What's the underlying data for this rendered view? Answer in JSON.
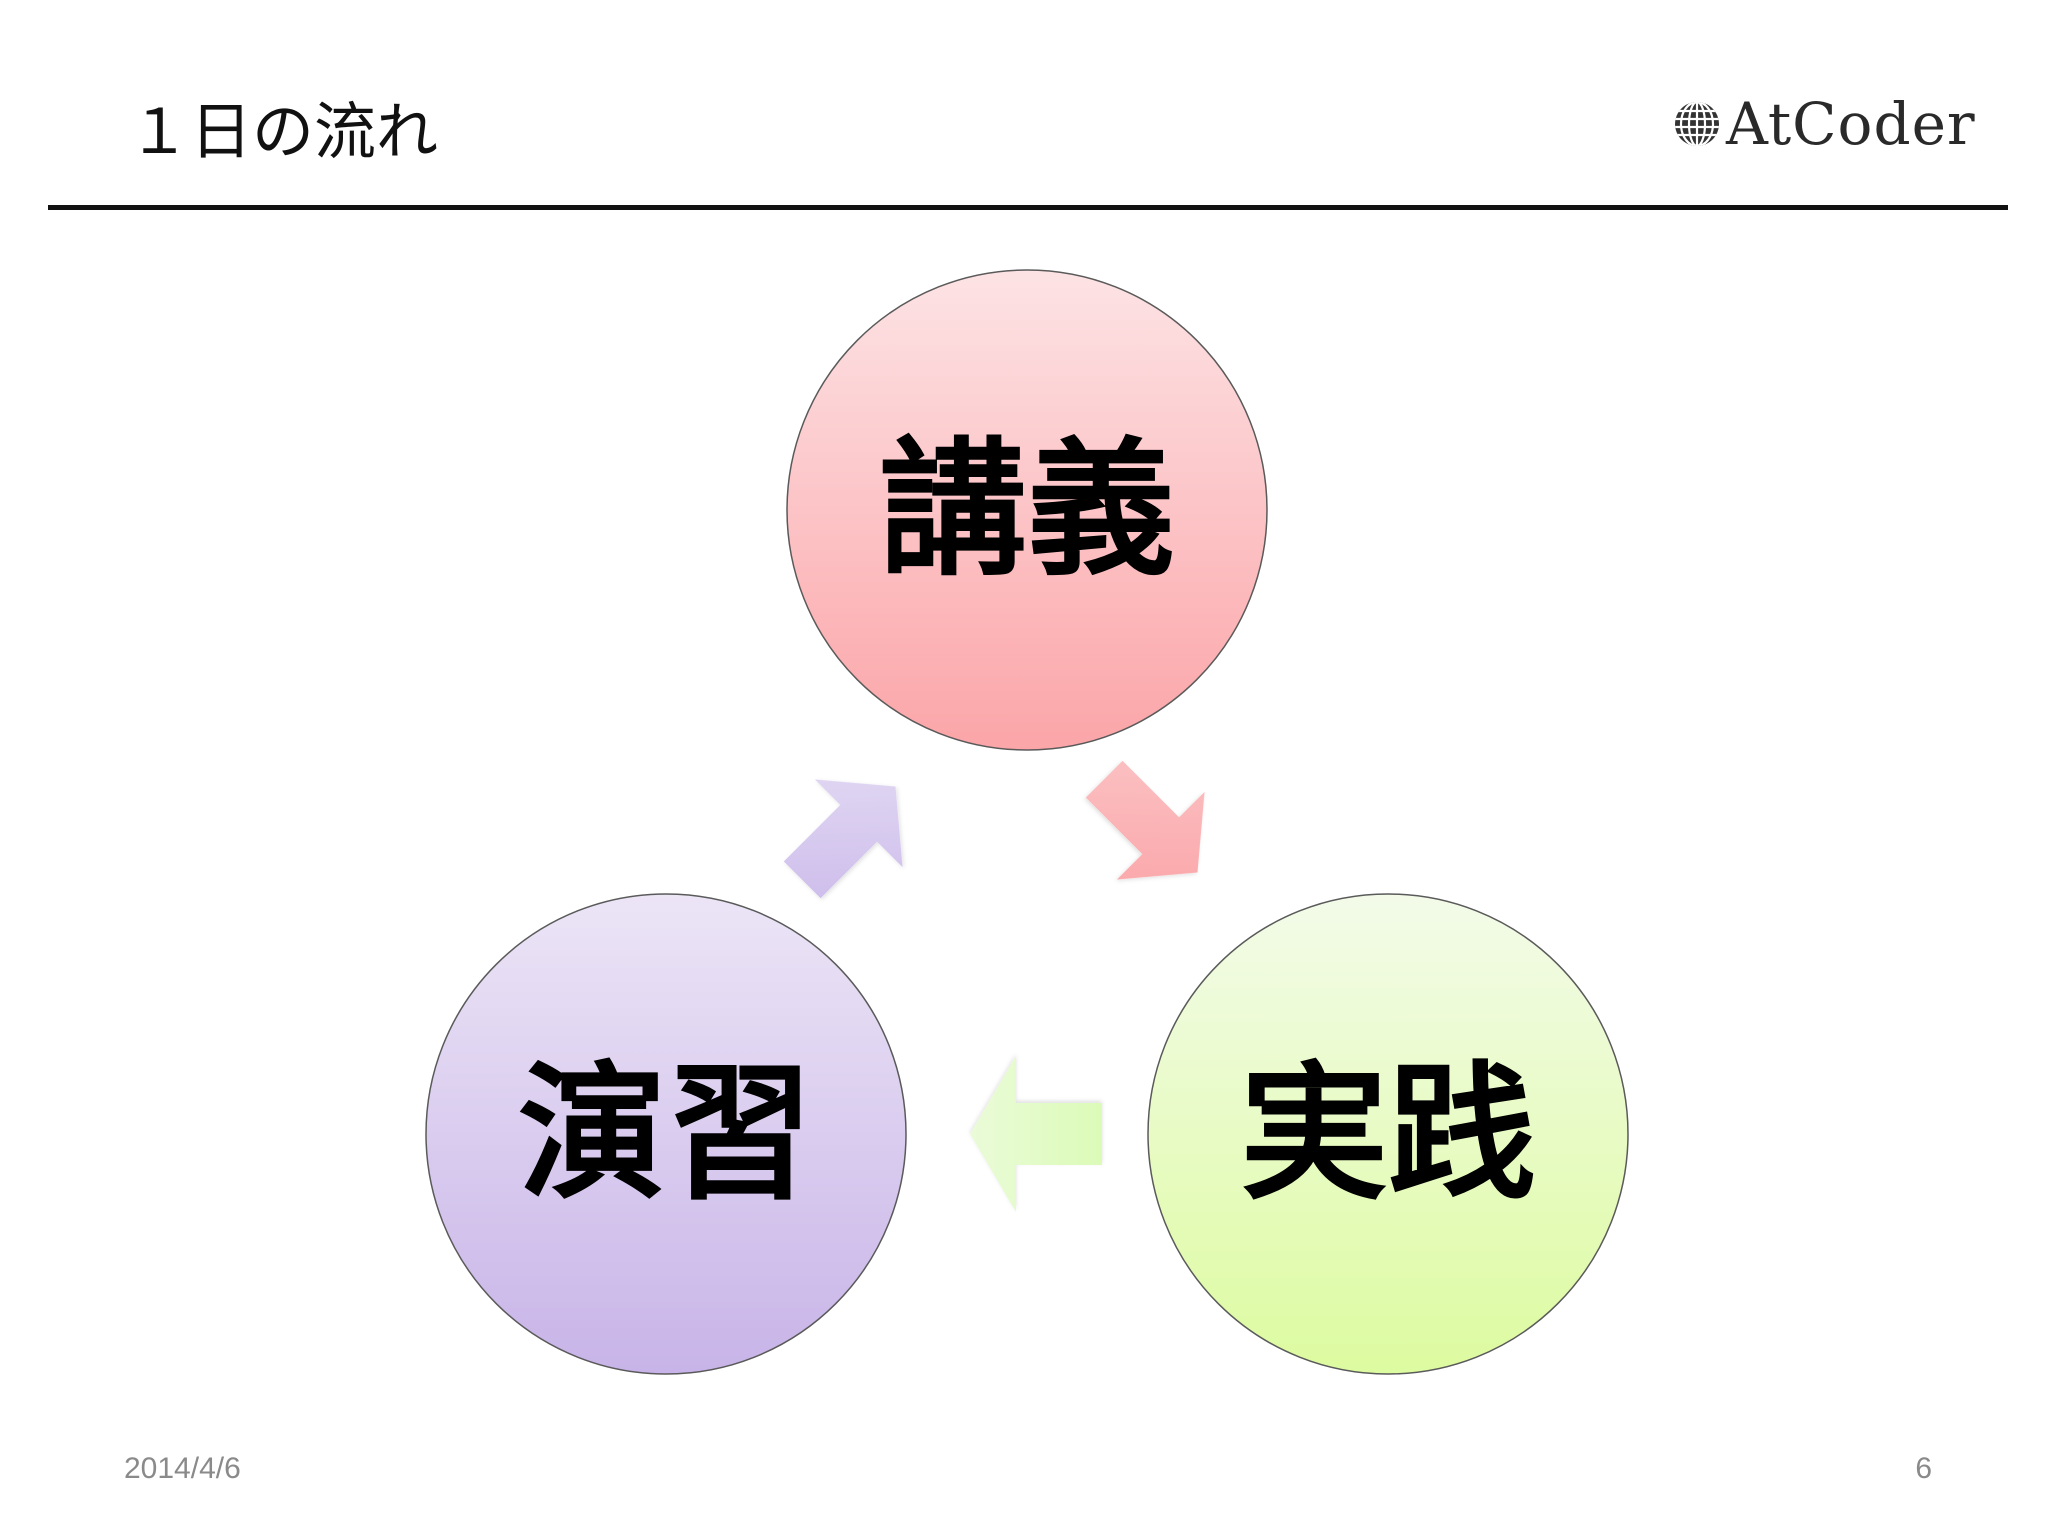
{
  "slide": {
    "title": "１日の流れ",
    "logo_text": "AtCoder",
    "logo_icon": "globe-icon",
    "date": "2014/4/6",
    "page_number": "6"
  },
  "cycle": {
    "nodes": [
      {
        "id": "lecture",
        "label": "講義",
        "color_top": "#fde3e5",
        "color_bottom": "#fba5a8"
      },
      {
        "id": "practice",
        "label": "実践",
        "color_top": "#f3fbe9",
        "color_bottom": "#ddfba0"
      },
      {
        "id": "exercise",
        "label": "演習",
        "color_top": "#ece5f6",
        "color_bottom": "#c8b4e8"
      }
    ],
    "arrows": [
      {
        "from": "lecture",
        "to": "practice",
        "color": "#fbb0b3"
      },
      {
        "from": "practice",
        "to": "exercise",
        "color": "#e6fbcf"
      },
      {
        "from": "exercise",
        "to": "lecture",
        "color": "#d3c6ec"
      }
    ]
  }
}
